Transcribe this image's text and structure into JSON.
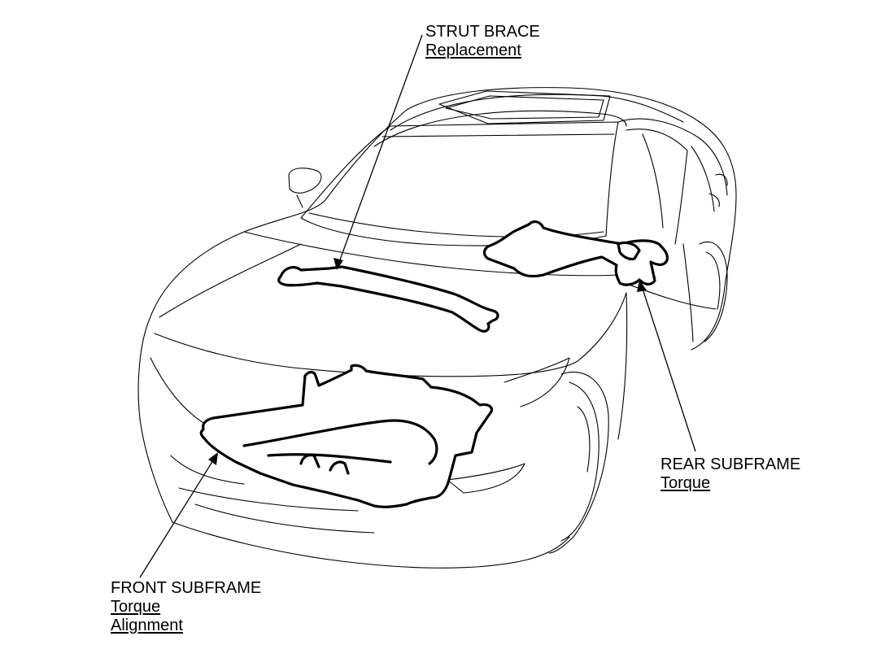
{
  "figure": {
    "subject": "car-body-outline",
    "colors": {
      "line": "#000000",
      "background": "#ffffff"
    }
  },
  "callouts": {
    "strut_brace": {
      "title": "STRUT BRACE",
      "links": [
        "Replacement"
      ]
    },
    "rear_subframe": {
      "title": "REAR SUBFRAME",
      "links": [
        "Torque"
      ]
    },
    "front_subframe": {
      "title": "FRONT SUBFRAME",
      "links": [
        "Torque",
        "Alignment"
      ]
    }
  }
}
